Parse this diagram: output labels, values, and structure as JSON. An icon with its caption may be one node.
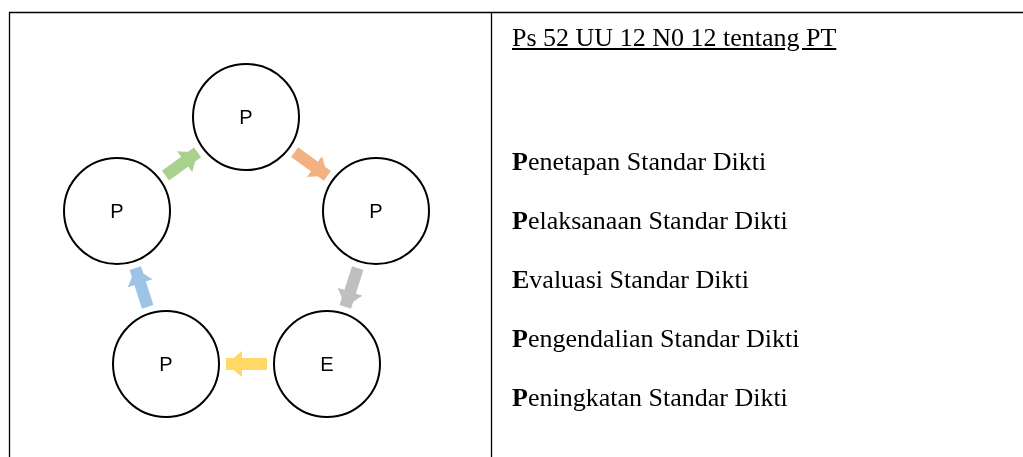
{
  "diagram": {
    "title": "Ps 52 UU 12 N0 12 tentang PT",
    "nodes": [
      {
        "text": [
          "P"
        ]
      },
      {
        "text": [
          "P"
        ]
      },
      {
        "text": [
          "E"
        ]
      },
      {
        "text": [
          "P"
        ]
      },
      {
        "text": [
          "P"
        ]
      }
    ],
    "edges": [
      {
        "from": 0,
        "to": 1,
        "arrow": "to",
        "color": "#f4b183"
      },
      {
        "from": 1,
        "to": 2,
        "arrow": "to",
        "color": "#bfbfbf"
      },
      {
        "from": 2,
        "to": 3,
        "arrow": "to",
        "color": "#ffd966"
      },
      {
        "from": 3,
        "to": 4,
        "arrow": "to",
        "color": "#9dc3e6"
      },
      {
        "from": 4,
        "to": 0,
        "arrow": "to",
        "color": "#a9d18e"
      }
    ],
    "labels": [
      "**P**enetapan Standar Dikti",
      "**P**elaksanaan Standar Dikti",
      "**E**valuasi Standar Dikti",
      "**P**engendalian Standar Dikti",
      "**P**eningkatan Standar Dikti"
    ]
  }
}
